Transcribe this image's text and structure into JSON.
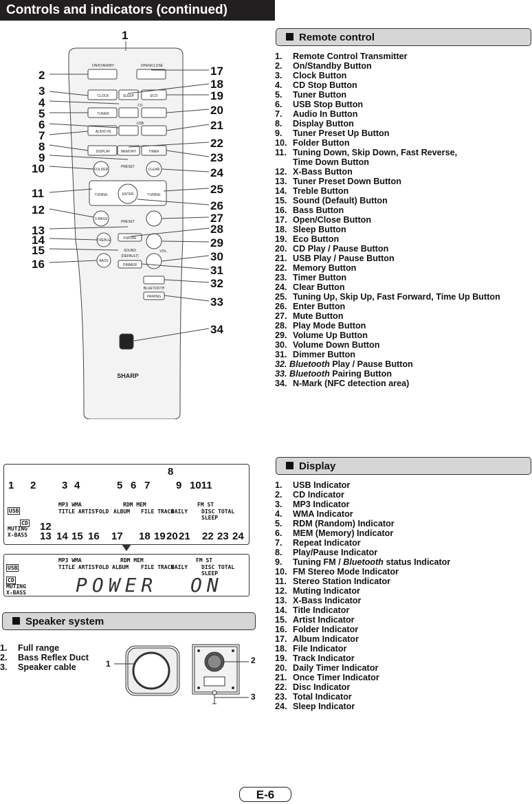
{
  "page_title": "Controls and indicators (continued)",
  "page_number": "E-6",
  "remote_section": {
    "heading": "Remote control",
    "items": [
      {
        "n": "1.",
        "t": "Remote Control Transmitter"
      },
      {
        "n": "2.",
        "t": "On/Standby Button"
      },
      {
        "n": "3.",
        "t": "Clock Button"
      },
      {
        "n": "4.",
        "t": "CD Stop Button"
      },
      {
        "n": "5.",
        "t": "Tuner Button"
      },
      {
        "n": "6.",
        "t": "USB Stop Button"
      },
      {
        "n": "7.",
        "t": "Audio In Button"
      },
      {
        "n": "8.",
        "t": "Display Button"
      },
      {
        "n": "9.",
        "t": "Tuner Preset Up Button"
      },
      {
        "n": "10.",
        "t": "Folder Button"
      },
      {
        "n": "11.",
        "t": "Tuning Down, Skip Down, Fast Reverse,"
      },
      {
        "n": "",
        "t": "Time Down Button"
      },
      {
        "n": "12.",
        "t": "X-Bass Button"
      },
      {
        "n": "13.",
        "t": "Tuner Preset Down Button"
      },
      {
        "n": "14.",
        "t": "Treble Button"
      },
      {
        "n": "15.",
        "t": "Sound (Default) Button"
      },
      {
        "n": "16.",
        "t": "Bass Button"
      },
      {
        "n": "17.",
        "t": "Open/Close Button"
      },
      {
        "n": "18.",
        "t": "Sleep Button"
      },
      {
        "n": "19.",
        "t": "Eco Button"
      },
      {
        "n": "20.",
        "t": "CD Play / Pause Button"
      },
      {
        "n": "21.",
        "t": "USB Play / Pause Button"
      },
      {
        "n": "22.",
        "t": "Memory Button"
      },
      {
        "n": "23.",
        "t": "Timer Button"
      },
      {
        "n": "24.",
        "t": "Clear Button"
      },
      {
        "n": "25.",
        "t": "Tuning Up, Skip Up, Fast Forward, Time Up Button"
      },
      {
        "n": "26.",
        "t": "Enter Button"
      },
      {
        "n": "27.",
        "t": "Mute Button"
      },
      {
        "n": "28.",
        "t": "Play Mode Button"
      },
      {
        "n": "29.",
        "t": "Volume Up Button"
      },
      {
        "n": "30.",
        "t": "Volume Down Button"
      },
      {
        "n": "31.",
        "t": "Dimmer Button"
      }
    ],
    "bt_items": [
      {
        "n": "32.",
        "em": "Bluetooth",
        "t": " Play / Pause Button"
      },
      {
        "n": "33.",
        "em": "Bluetooth",
        "t": " Pairing Button"
      }
    ],
    "last_item": {
      "n": "34.",
      "t": "N-Mark (NFC detection area)"
    }
  },
  "display_section": {
    "heading": "Display",
    "items": [
      {
        "n": "1.",
        "t": "USB Indicator"
      },
      {
        "n": "2.",
        "t": "CD Indicator"
      },
      {
        "n": "3.",
        "t": "MP3 Indicator"
      },
      {
        "n": "4.",
        "t": "WMA Indicator"
      },
      {
        "n": "5.",
        "t": "RDM (Random) Indicator"
      },
      {
        "n": "6.",
        "t": "MEM (Memory) Indicator"
      },
      {
        "n": "7.",
        "t": "Repeat Indicator"
      },
      {
        "n": "8.",
        "t": "Play/Pause Indicator"
      }
    ],
    "item9": {
      "n": "9.",
      "pre": "Tuning FM / ",
      "em": "Bluetooth",
      "post": " status Indicator"
    },
    "items_b": [
      {
        "n": "10.",
        "t": "FM Stereo Mode Indicator"
      },
      {
        "n": "11.",
        "t": "Stereo Station Indicator"
      },
      {
        "n": "12.",
        "t": "Muting Indicator"
      },
      {
        "n": "13.",
        "t": "X-Bass Indicator"
      },
      {
        "n": "14.",
        "t": "Title Indicator"
      },
      {
        "n": "15.",
        "t": "Artist Indicator"
      },
      {
        "n": "16.",
        "t": "Folder Indicator"
      },
      {
        "n": "17.",
        "t": "Album Indicator"
      },
      {
        "n": "18.",
        "t": "File Indicator"
      },
      {
        "n": "19.",
        "t": "Track Indicator"
      },
      {
        "n": "20.",
        "t": "Daily Timer Indicator"
      },
      {
        "n": "21.",
        "t": "Once Timer Indicator"
      },
      {
        "n": "22.",
        "t": "Disc Indicator"
      },
      {
        "n": "23.",
        "t": "Total Indicator"
      },
      {
        "n": "24.",
        "t": "Sleep Indicator"
      }
    ]
  },
  "speaker_section": {
    "heading": "Speaker system",
    "items": [
      {
        "n": "1.",
        "t": "Full range"
      },
      {
        "n": "2.",
        "t": "Bass Reflex Duct"
      },
      {
        "n": "3.",
        "t": "Speaker cable"
      }
    ],
    "callouts": [
      "1",
      "2",
      "3"
    ]
  },
  "remote_callouts": {
    "left": [
      "1",
      "2",
      "3",
      "4",
      "5",
      "6",
      "7",
      "8",
      "9",
      "10",
      "11",
      "12",
      "13",
      "14",
      "15",
      "16"
    ],
    "right": [
      "17",
      "18",
      "19",
      "20",
      "21",
      "22",
      "23",
      "24",
      "25",
      "26",
      "27",
      "28",
      "29",
      "30",
      "31",
      "32",
      "33",
      "34"
    ]
  },
  "remote_labels": {
    "on_standby": "ON/STANDBY",
    "open_close": "OPEN/CLOSE",
    "clock": "CLOCK",
    "sleep": "SLEEP",
    "eco": "ECO",
    "cd": "CD",
    "tuner": "TUNER",
    "usb": "USB",
    "audio_in": "AUDIO IN",
    "display": "DISPLAY",
    "memory": "MEMORY",
    "timer": "TIMER",
    "preset": "PRESET",
    "folder": "FOLDER",
    "clear": "CLEAR",
    "tuning": "TUNING",
    "enter": "ENTER",
    "xbass": "X-BASS",
    "treble": "TREBLE",
    "pmode": "P.MODE",
    "sound": "SOUND",
    "default": "(DEFAULT)",
    "vol": "VOL.",
    "bass": "BASS",
    "dimmer": "DIMMER",
    "bluetooth": "BLUETOOTH",
    "pairing": "PAIRING",
    "brand": "SHARP"
  },
  "lcd": {
    "usb": "USB",
    "cd": "CD",
    "muting": "MUTING",
    "xbass": "X-BASS",
    "row1a": "MP3 WMA",
    "row1b": "RDM MEM",
    "row1c": "FM ST",
    "row2a": "TITLE ARTIST",
    "row2b": "FOLD",
    "row2c": "ALBUM",
    "row2d": "FILE TRACK",
    "row2e": "DAILY",
    "row2f": "DISC TOTAL SLEEP",
    "message": "POWER  ON",
    "callouts_top": [
      "1",
      "2",
      "3",
      "4",
      "5",
      "6",
      "7",
      "8",
      "9",
      "1011"
    ],
    "callouts_bottom": [
      "12",
      "13",
      "14",
      "15",
      "16",
      "17",
      "18",
      "19",
      "20",
      "21",
      "22",
      "23",
      "24"
    ]
  }
}
